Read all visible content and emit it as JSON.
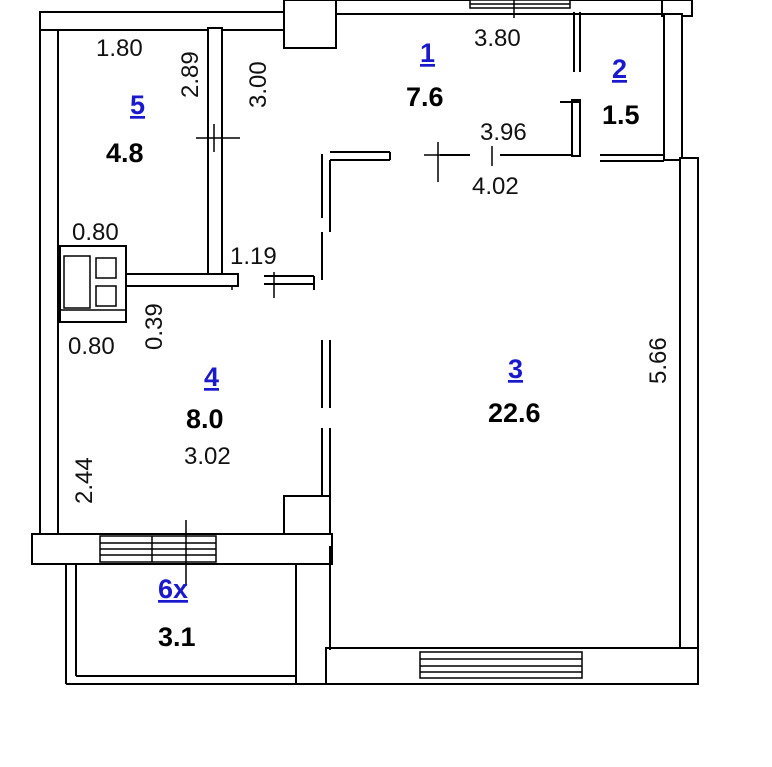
{
  "rooms": [
    {
      "id": "1",
      "area": "7.6"
    },
    {
      "id": "2",
      "area": "1.5"
    },
    {
      "id": "3",
      "area": "22.6"
    },
    {
      "id": "4",
      "area": "8.0"
    },
    {
      "id": "5",
      "area": "4.8"
    },
    {
      "id": "6x",
      "area": "3.1"
    }
  ],
  "dimensions": {
    "d_380": "3.80",
    "d_396": "3.96",
    "d_402": "4.02",
    "d_180": "1.80",
    "d_289": "2.89",
    "d_300": "3.00",
    "d_080_top": "0.80",
    "d_080_bottom": "0.80",
    "d_039": "0.39",
    "d_119": "1.19",
    "d_566": "5.66",
    "d_302": "3.02",
    "d_244": "2.44"
  },
  "colors": {
    "room_number": "#1a1acd",
    "wall": "#000000",
    "background": "#ffffff"
  }
}
